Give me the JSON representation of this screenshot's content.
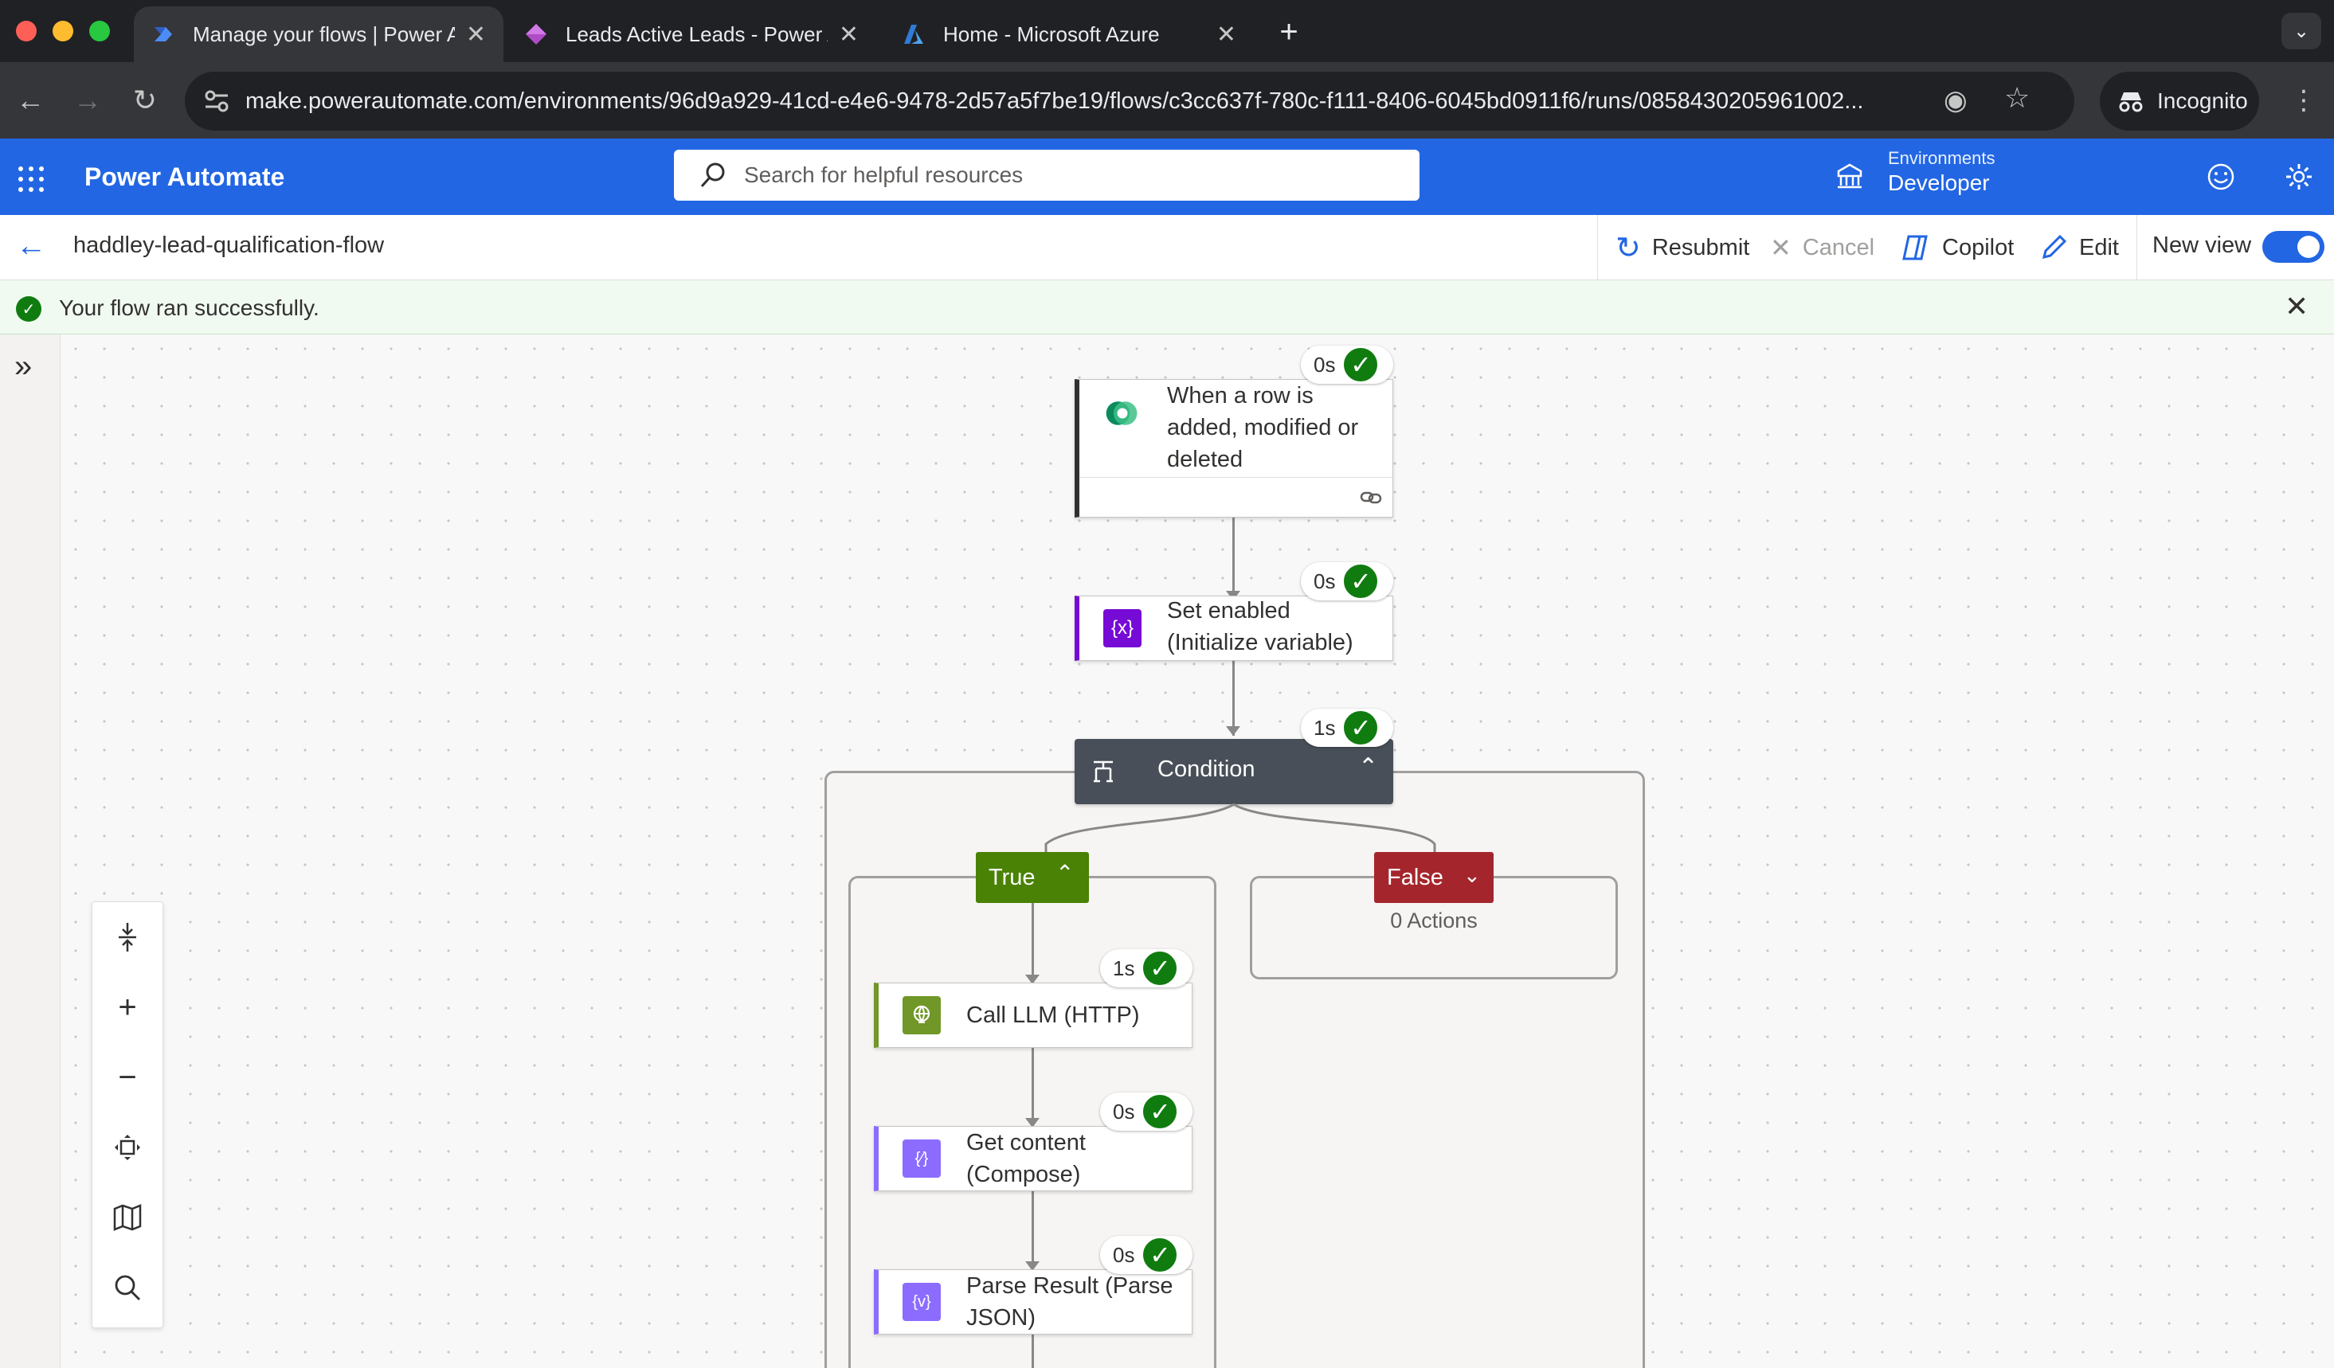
{
  "browser": {
    "tabs": [
      {
        "title": "Manage your flows | Power Au",
        "active": true,
        "icon": "power-automate-icon"
      },
      {
        "title": "Leads Active Leads - Power A",
        "active": false,
        "icon": "power-apps-icon"
      },
      {
        "title": "Home - Microsoft Azure",
        "active": false,
        "icon": "azure-icon"
      }
    ],
    "url": "make.powerautomate.com/environments/96d9a929-41cd-e4e6-9478-2d57a5f7be19/flows/c3cc637f-780c-f111-8406-6045bd0911f6/runs/0858430205961002...",
    "incognito_label": "Incognito"
  },
  "app": {
    "name": "Power Automate",
    "search_placeholder": "Search for helpful resources",
    "env_label": "Environments",
    "env_name": "Developer"
  },
  "commandbar": {
    "flow_name": "haddley-lead-qualification-flow",
    "resubmit": "Resubmit",
    "cancel": "Cancel",
    "copilot": "Copilot",
    "edit": "Edit",
    "new_view": "New view",
    "new_view_on": true
  },
  "message": {
    "text": "Your flow ran successfully."
  },
  "flow": {
    "trigger": {
      "title": "When a row is added, modified or deleted",
      "duration": "0s",
      "color": "#323130"
    },
    "init_var": {
      "title": "Set enabled (Initialize variable)",
      "duration": "0s",
      "color": "#770bd6"
    },
    "condition": {
      "title": "Condition",
      "duration": "1s",
      "color": "#484f58"
    },
    "true_branch": {
      "label": "True",
      "color": "#498205"
    },
    "false_branch": {
      "label": "False",
      "color": "#a4262c",
      "empty_text": "0 Actions"
    },
    "actions": [
      {
        "title": "Call LLM (HTTP)",
        "duration": "1s",
        "color": "#709727"
      },
      {
        "title": "Get content (Compose)",
        "duration": "0s",
        "color": "#8c6cff"
      },
      {
        "title": "Parse Result (Parse JSON)",
        "duration": "0s",
        "color": "#8c6cff"
      }
    ]
  }
}
